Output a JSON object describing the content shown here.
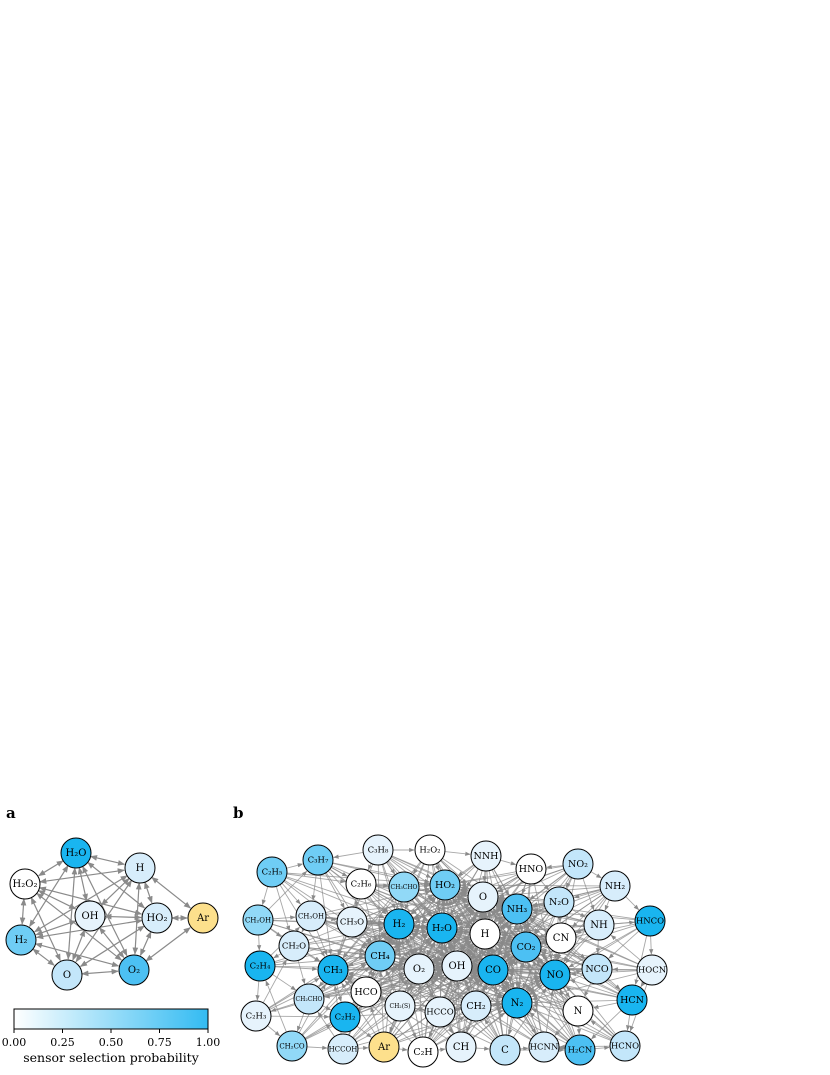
{
  "panel_a": {
    "label": "a",
    "nodes": [
      {
        "id": "H2O",
        "label": "H₂O",
        "color": "#19b5f0"
      },
      {
        "id": "H2O2",
        "label": "H₂O₂",
        "color": "#ffffff"
      },
      {
        "id": "H",
        "label": "H",
        "color": "#d7edfb"
      },
      {
        "id": "OH",
        "label": "OH",
        "color": "#e6f3fc"
      },
      {
        "id": "HO2",
        "label": "HO₂",
        "color": "#d7edfb"
      },
      {
        "id": "Ar",
        "label": "Ar",
        "color": "#fde08c"
      },
      {
        "id": "H2",
        "label": "H₂",
        "color": "#6fcdf5"
      },
      {
        "id": "O",
        "label": "O",
        "color": "#c3e6fa"
      },
      {
        "id": "O2",
        "label": "O₂",
        "color": "#4cc0f3"
      }
    ]
  },
  "colorbar": {
    "title": "sensor selection probability",
    "ticks": [
      "0.00",
      "0.25",
      "0.50",
      "0.75",
      "1.00"
    ],
    "color_start": "#ffffff",
    "color_end": "#33bbf2"
  },
  "panel_b": {
    "label": "b",
    "nodes": [
      {
        "id": "C3H8",
        "label": "C₃H₈",
        "color": "#e6f3fc"
      },
      {
        "id": "H2O2",
        "label": "H₂O₂",
        "color": "#ffffff"
      },
      {
        "id": "C2H5",
        "label": "C₂H₅",
        "color": "#6fcdf5"
      },
      {
        "id": "C3H7",
        "label": "C₃H₇",
        "color": "#6fcdf5"
      },
      {
        "id": "NNH",
        "label": "NNH",
        "color": "#e6f3fc"
      },
      {
        "id": "NO2",
        "label": "NO₂",
        "color": "#c3e6fa"
      },
      {
        "id": "C2H6",
        "label": "C₂H₆",
        "color": "#ffffff"
      },
      {
        "id": "CH3CHO",
        "label": "CH₃CHO",
        "color": "#91d9f7"
      },
      {
        "id": "HO2",
        "label": "HO₂",
        "color": "#6fcdf5"
      },
      {
        "id": "HNO",
        "label": "HNO",
        "color": "#ffffff"
      },
      {
        "id": "NH2",
        "label": "NH₂",
        "color": "#d7edfb"
      },
      {
        "id": "O",
        "label": "O",
        "color": "#e6f3fc"
      },
      {
        "id": "N2O",
        "label": "N₂O",
        "color": "#c3e6fa"
      },
      {
        "id": "CH2OH",
        "label": "CH₂OH",
        "color": "#91d9f7"
      },
      {
        "id": "CH3OH",
        "label": "CH₃OH",
        "color": "#d7edfb"
      },
      {
        "id": "CH3O",
        "label": "CH₃O",
        "color": "#e6f3fc"
      },
      {
        "id": "H2",
        "label": "H₂",
        "color": "#19b5f0"
      },
      {
        "id": "H2Ob",
        "label": "H₂O",
        "color": "#19b5f0"
      },
      {
        "id": "NH3",
        "label": "NH₃",
        "color": "#4cc0f3"
      },
      {
        "id": "NH",
        "label": "NH",
        "color": "#d7edfb"
      },
      {
        "id": "HNCO",
        "label": "HNCO",
        "color": "#19b5f0"
      },
      {
        "id": "H",
        "label": "H",
        "color": "#ffffff"
      },
      {
        "id": "CN",
        "label": "CN",
        "color": "#ffffff"
      },
      {
        "id": "CH2O",
        "label": "CH₂O",
        "color": "#d7edfb"
      },
      {
        "id": "CH4",
        "label": "CH₄",
        "color": "#6fcdf5"
      },
      {
        "id": "CO2",
        "label": "CO₂",
        "color": "#4cc0f3"
      },
      {
        "id": "C2H4",
        "label": "C₂H₄",
        "color": "#19b5f0"
      },
      {
        "id": "CH3",
        "label": "CH₃",
        "color": "#19b5f0"
      },
      {
        "id": "O2",
        "label": "O₂",
        "color": "#e6f3fc"
      },
      {
        "id": "OH",
        "label": "OH",
        "color": "#e6f3fc"
      },
      {
        "id": "CO",
        "label": "CO",
        "color": "#19b5f0"
      },
      {
        "id": "NO",
        "label": "NO",
        "color": "#19b5f0"
      },
      {
        "id": "NCO",
        "label": "NCO",
        "color": "#c3e6fa"
      },
      {
        "id": "HOCN",
        "label": "HOCN",
        "color": "#e6f3fc"
      },
      {
        "id": "HCO",
        "label": "HCO",
        "color": "#ffffff"
      },
      {
        "id": "CH2CHO",
        "label": "CH₂CHO",
        "color": "#c3e6fa"
      },
      {
        "id": "N2",
        "label": "N₂",
        "color": "#19b5f0"
      },
      {
        "id": "HCN",
        "label": "HCN",
        "color": "#19b5f0"
      },
      {
        "id": "C2H3",
        "label": "C₂H₃",
        "color": "#e6f3fc"
      },
      {
        "id": "C2H2",
        "label": "C₂H₂",
        "color": "#19b5f0"
      },
      {
        "id": "CH2S",
        "label": "CH₂(S)",
        "color": "#e6f3fc"
      },
      {
        "id": "HCCO",
        "label": "HCCO",
        "color": "#e6f3fc"
      },
      {
        "id": "CH2",
        "label": "CH₂",
        "color": "#d7edfb"
      },
      {
        "id": "N",
        "label": "N",
        "color": "#ffffff"
      },
      {
        "id": "CH2CO",
        "label": "CH₂CO",
        "color": "#91d9f7"
      },
      {
        "id": "HCCOH",
        "label": "HCCOH",
        "color": "#d7edfb"
      },
      {
        "id": "Ar",
        "label": "Ar",
        "color": "#fde08c"
      },
      {
        "id": "C2H",
        "label": "C₂H",
        "color": "#ffffff"
      },
      {
        "id": "CH",
        "label": "CH",
        "color": "#e6f3fc"
      },
      {
        "id": "C",
        "label": "C",
        "color": "#c3e6fa"
      },
      {
        "id": "HCNN",
        "label": "HCNN",
        "color": "#d7edfb"
      },
      {
        "id": "H2CN",
        "label": "H₂CN",
        "color": "#4cc0f3"
      },
      {
        "id": "HCNO",
        "label": "HCNO",
        "color": "#c3e6fa"
      }
    ]
  }
}
